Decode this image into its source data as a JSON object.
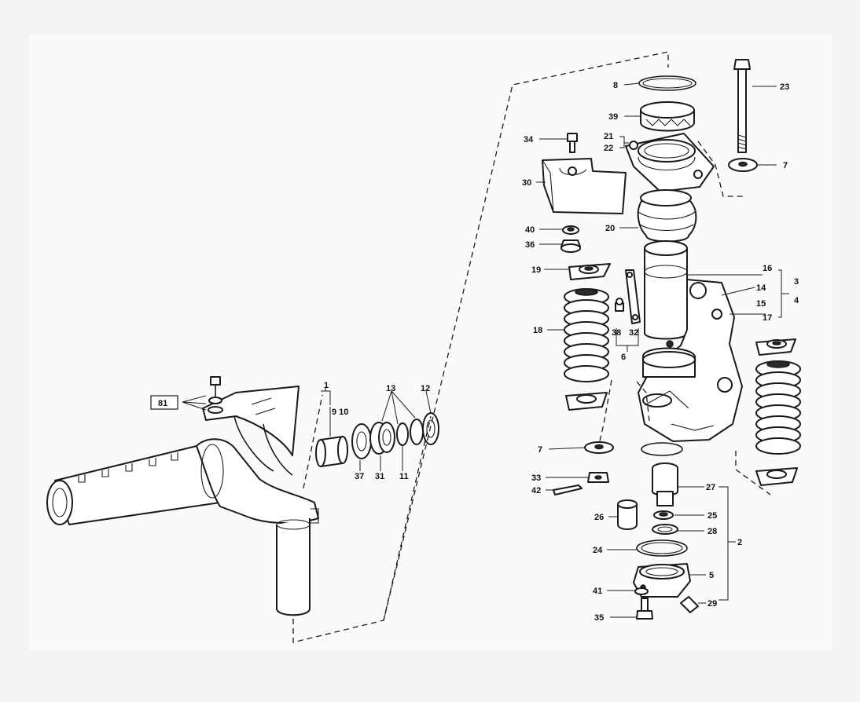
{
  "callouts": {
    "c1": "1",
    "c2": "2",
    "c3": "3",
    "c4": "4",
    "c5": "5",
    "c6": "6",
    "c7a": "7",
    "c7b": "7",
    "c8": "8",
    "c9_10": "9 10",
    "c11": "11",
    "c12": "12",
    "c13": "13",
    "c14": "14",
    "c15": "15",
    "c16": "16",
    "c17": "17",
    "c18": "18",
    "c19": "19",
    "c20": "20",
    "c21": "21",
    "c22": "22",
    "c23": "23",
    "c24": "24",
    "c25": "25",
    "c26": "26",
    "c27": "27",
    "c28": "28",
    "c29": "29",
    "c30": "30",
    "c31": "31",
    "c32": "32",
    "c33": "33",
    "c34": "34",
    "c35": "35",
    "c36": "36",
    "c37": "37",
    "c38": "38",
    "c39": "39",
    "c40": "40",
    "c41": "41",
    "c42": "42",
    "c81": "81"
  }
}
